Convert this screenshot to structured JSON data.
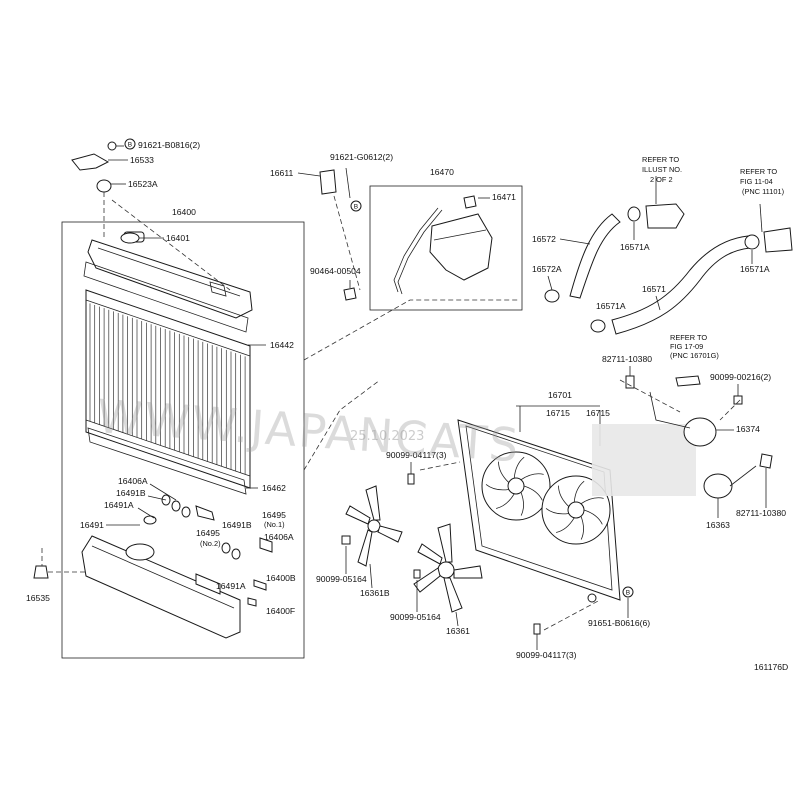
{
  "diagram": {
    "figure_code": "161176D",
    "watermark": {
      "text": "WWW.JAPANCATS",
      "date": "25.10.2023"
    },
    "labels": {
      "p91621_b0816": "91621-B0816(2)",
      "p16533": "16533",
      "p16523A": "16523A",
      "p16400": "16400",
      "p16401": "16401",
      "p16442": "16442",
      "p16462": "16462",
      "p16406A_1": "16406A",
      "p16491B_1": "16491B",
      "p16491A_1": "16491A",
      "p16491": "16491",
      "p16495_1": "16495",
      "p16495_1_note": "(No.2)",
      "p16491B_2": "16491B",
      "p16495_2": "16495",
      "p16495_2_note": "(No.1)",
      "p16406A_2": "16406A",
      "p16491A_2": "16491A",
      "p16400B": "16400B",
      "p16400F": "16400F",
      "p16535": "16535",
      "p16611": "16611",
      "p91621_g0612": "91621-G0612(2)",
      "p16470": "16470",
      "p16471": "16471",
      "p90464_00504": "90464-00504",
      "refer_illust": [
        "REFER TO",
        "ILLUST NO.",
        "2 OF 2"
      ],
      "refer_fig1104": [
        "REFER TO",
        "FIG 11-04",
        "(PNC 11101)"
      ],
      "p16572": "16572",
      "p16571A_1": "16571A",
      "p16571A_2": "16571A",
      "p16572A": "16572A",
      "p16571A_3": "16571A",
      "p16571": "16571",
      "refer_fig1709": [
        "REFER TO",
        "FIG 17-09",
        "(PNC 16701G)"
      ],
      "p82711_10380_1": "82711-10380",
      "p90099_00216": "90099-00216(2)",
      "p16701": "16701",
      "p16715_1": "16715",
      "p16715_2": "16715",
      "p90099_04117_1": "90099-04117(3)",
      "p16374": "16374",
      "p16363": "16363",
      "p82711_10380_2": "82711-10380",
      "p90099_05164_1": "90099-05164",
      "p16361B": "16361B",
      "p90099_05164_2": "90099-05164",
      "p16361": "16361",
      "p91651_b0616": "91651-B0616(6)",
      "p90099_04117_2": "90099-04117(3)",
      "callout_b": "B"
    }
  }
}
